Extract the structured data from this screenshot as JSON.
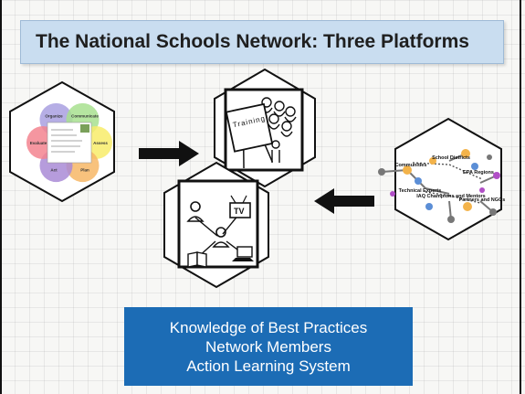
{
  "title": "The National Schools Network: Three Platforms",
  "left_panel": {
    "petals": [
      {
        "label": "Organize",
        "color": "#a9a0e0"
      },
      {
        "label": "Communicate",
        "color": "#a8e08f"
      },
      {
        "label": "Assess",
        "color": "#f8ec6a"
      },
      {
        "label": "Plan",
        "color": "#f7b766"
      },
      {
        "label": "Act",
        "color": "#a98bd6"
      },
      {
        "label": "Evaluate",
        "color": "#f3848f"
      }
    ]
  },
  "top_panel": {
    "board_text": "Training"
  },
  "right_panel": {
    "nodes": [
      {
        "label": "Communities"
      },
      {
        "label": "School Districts"
      },
      {
        "label": "EPA Regions"
      },
      {
        "label": "Technical Experts"
      },
      {
        "label": "IAQ Champions and Mentors"
      },
      {
        "label": "Partners and NGOs"
      }
    ]
  },
  "bottom_panel": {
    "tv_label": "TV"
  },
  "caption": {
    "lines": [
      "Knowledge of Best Practices",
      "Network Members",
      "Action Learning System"
    ]
  }
}
